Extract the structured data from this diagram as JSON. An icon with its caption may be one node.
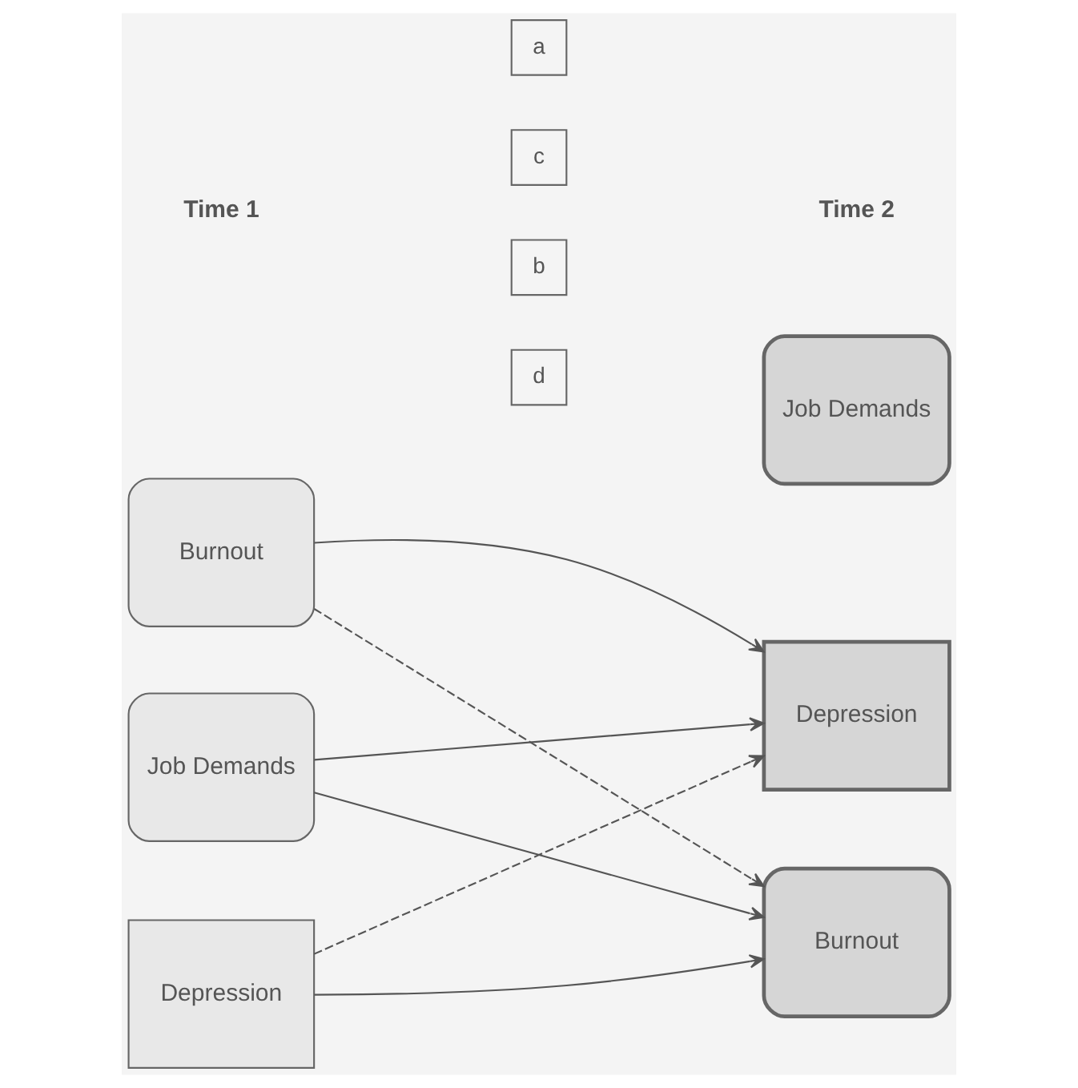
{
  "diagram": {
    "nodes": [
      {
        "text": [
          "Job Demands"
        ]
      },
      {
        "text": [
          "Burnout"
        ]
      },
      {
        "text": [
          "Depression"
        ]
      },
      {
        "text": [
          "Job Demands"
        ]
      },
      {
        "text": [
          "Burnout"
        ]
      },
      {
        "text": [
          "Depression"
        ]
      },
      {
        "text": [
          "a"
        ]
      },
      {
        "text": [
          "c"
        ]
      },
      {
        "text": [
          "b"
        ]
      },
      {
        "text": [
          "d"
        ]
      }
    ],
    "edges": [
      {
        "from": 0,
        "to": 4,
        "arrow": "to"
      },
      {
        "from": 0,
        "to": 5,
        "arrow": "to"
      },
      {
        "from": 1,
        "to": 4,
        "arrow": "to",
        "style": "dashed"
      },
      {
        "from": 1,
        "to": 5,
        "arrow": "to"
      },
      {
        "from": 2,
        "to": 4,
        "arrow": "to"
      },
      {
        "from": 2,
        "to": 5,
        "arrow": "to",
        "style": "dashed"
      }
    ],
    "labels": [
      "Time 1",
      "Time 2"
    ]
  }
}
